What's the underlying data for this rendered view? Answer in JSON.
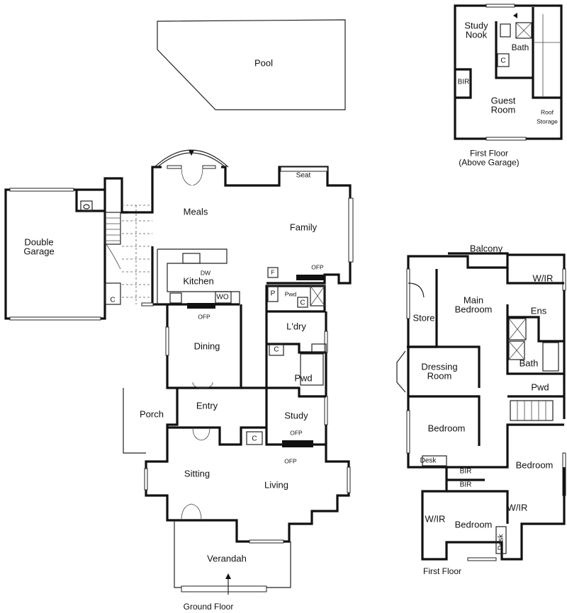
{
  "pool": "Pool",
  "ground_floor": {
    "caption": "Ground Floor",
    "rooms": {
      "double_garage": "Double\nGarage",
      "meals": "Meals",
      "family": "Family",
      "seat": "Seat",
      "kitchen": "Kitchen",
      "dw": "DW",
      "wo": "WO",
      "ofp_kitchen": "OFP",
      "ofp_family": "OFP",
      "f": "F",
      "p": "P",
      "pwd_upper": "Pwd",
      "c_upper": "C",
      "laundry": "L'dry",
      "c_laundry": "C",
      "dining": "Dining",
      "pwd": "Pwd",
      "porch": "Porch",
      "entry": "Entry",
      "c_entry": "C",
      "c_garage": "C",
      "study": "Study",
      "ofp_study_top": "OFP",
      "ofp_study_bottom": "OFP",
      "sitting": "Sitting",
      "living": "Living",
      "verandah": "Verandah"
    }
  },
  "first_floor_garage": {
    "caption": "First Floor\n(Above Garage)",
    "rooms": {
      "study_nook": "Study\nNook",
      "bath": "Bath",
      "c": "C",
      "bir": "BIR",
      "guest_room": "Guest\nRoom",
      "roof_storage": "Roof\nStorage"
    }
  },
  "first_floor": {
    "caption": "First Floor",
    "rooms": {
      "balcony": "Balcony",
      "wir_main": "W/IR",
      "main_bedroom": "Main\nBedroom",
      "store": "Store",
      "ens": "Ens",
      "dressing_room": "Dressing\nRoom",
      "bath": "Bath",
      "pwd": "Pwd",
      "bedroom_mid": "Bedroom",
      "desk_mid": "Desk",
      "bir_1": "BIR",
      "bir_2": "BIR",
      "bedroom_right": "Bedroom",
      "wir_left": "W/IR",
      "bedroom_bottom": "Bedroom",
      "desk_right": "Desk",
      "wir_right": "W/IR"
    }
  }
}
